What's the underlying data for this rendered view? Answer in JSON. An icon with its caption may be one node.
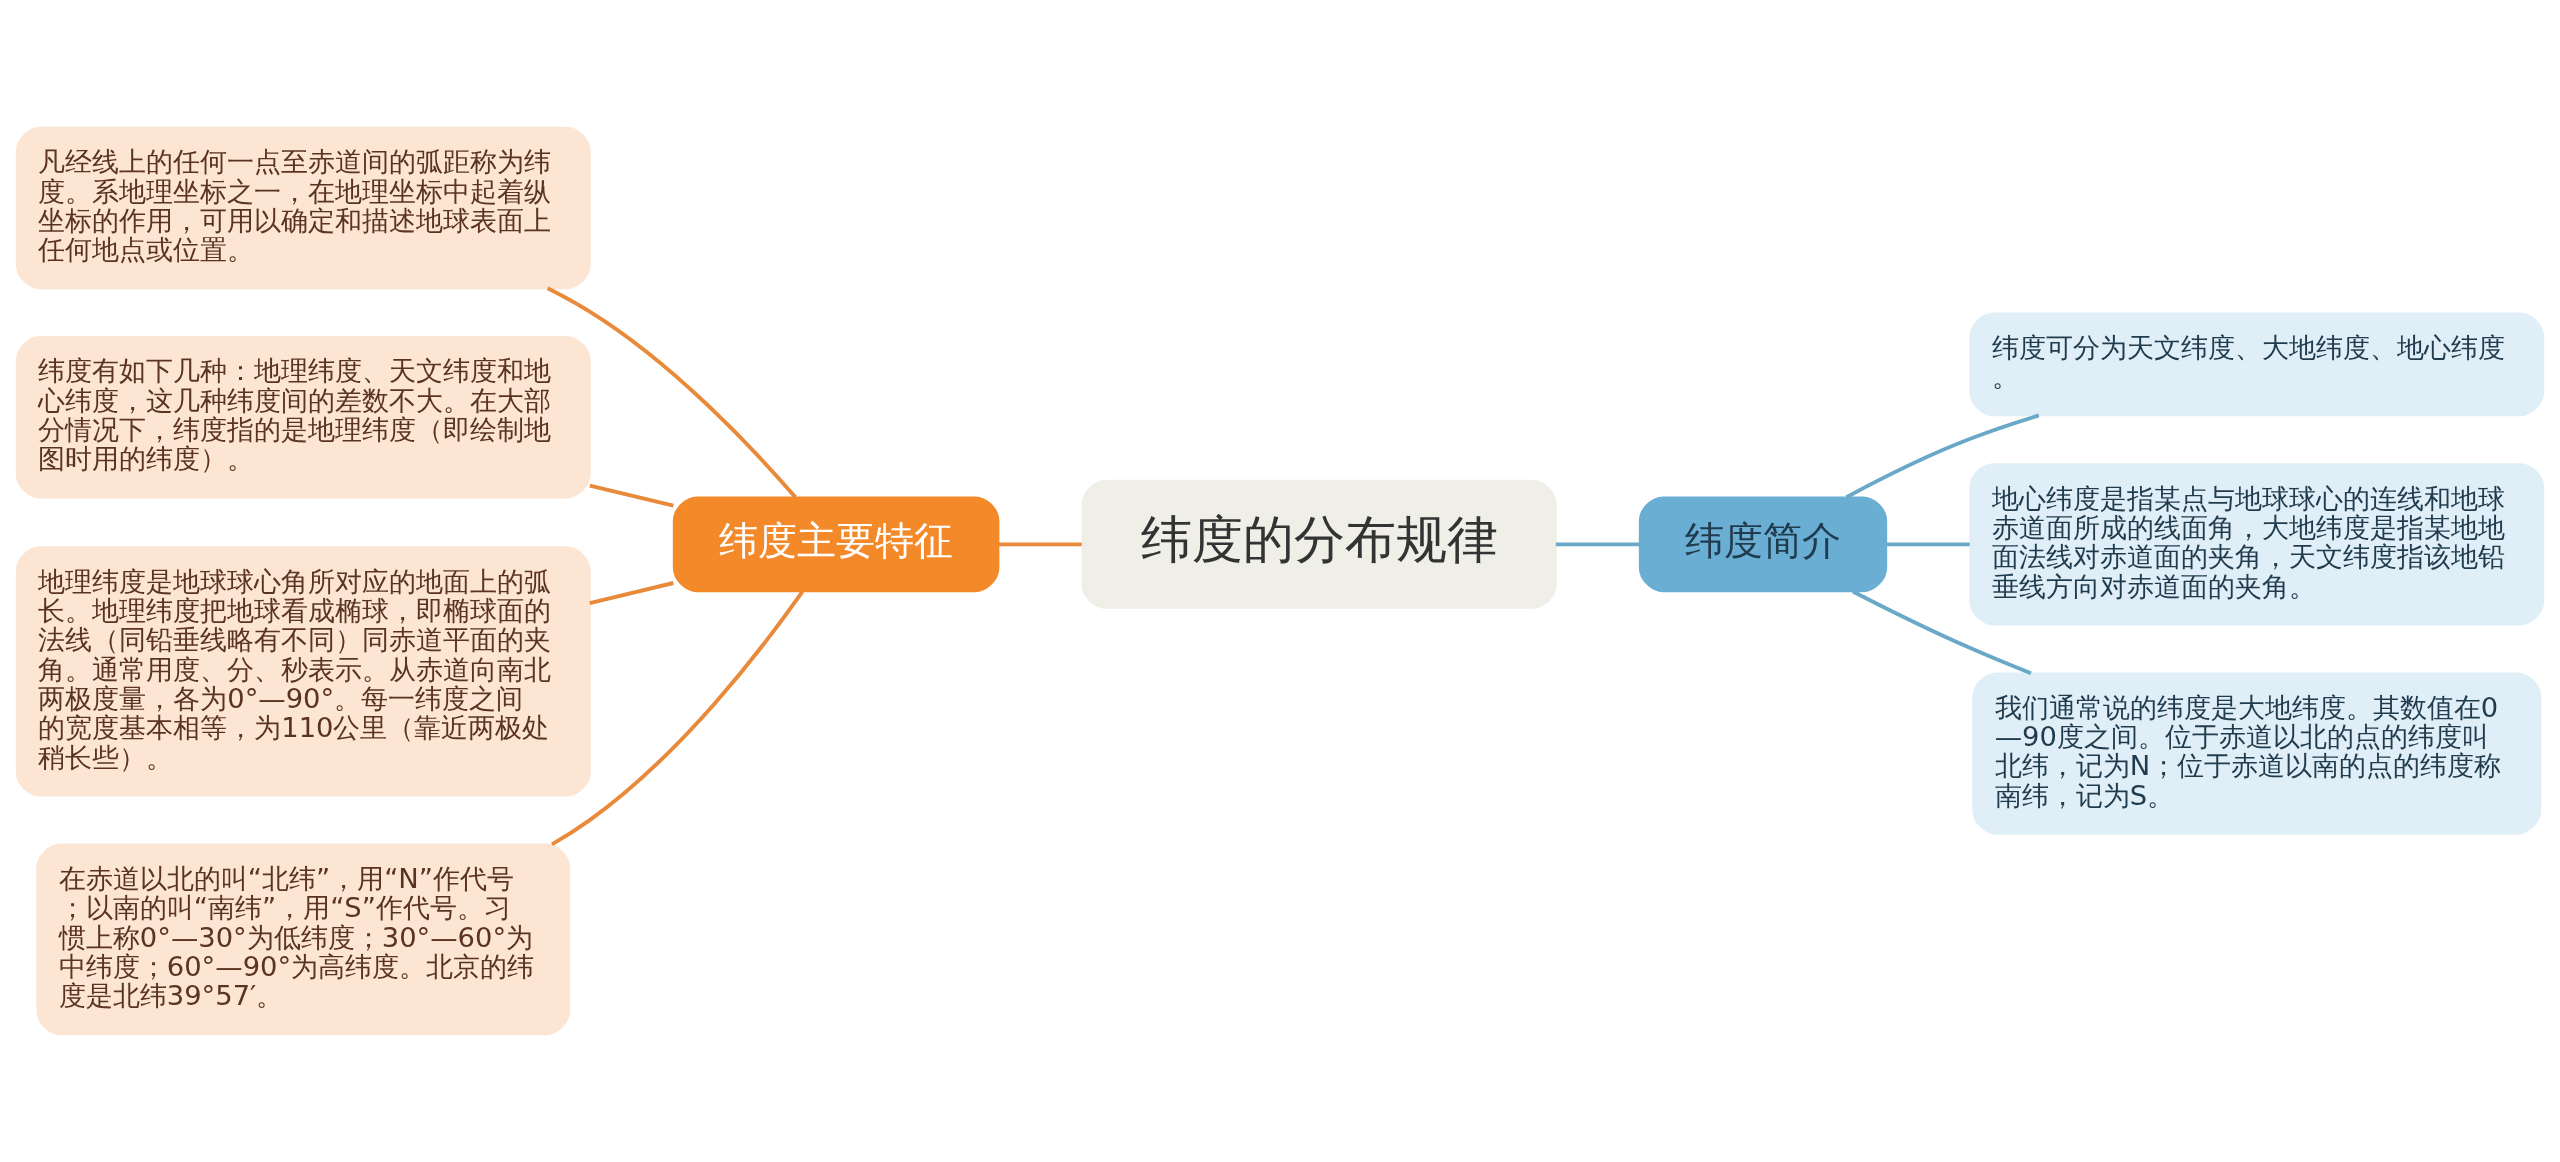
{
  "diagram": {
    "nodes": [
      {
        "text": [
          "纬度的分布规律"
        ]
      },
      {
        "text": [
          "纬度主要特征"
        ]
      },
      {
        "text": [
          "纬度简介"
        ]
      },
      {
        "text": [
          "凡经线上的任何一点至赤道间的弧距称为纬度。系地理坐标之一，在地理坐标中起着纵坐标的作用，可用以确定和描述地球表面上任何地点或位置。"
        ]
      },
      {
        "text": [
          "纬度有如下几种：地理纬度、天文纬度和地心纬度，这几种纬度间的差数不大。在大部分情况下，纬度指的是地理纬度（即绘制地图时用的纬度）。"
        ]
      },
      {
        "text": [
          "地理纬度是地球球心角所对应的地面上的弧长。地理纬度把地球看成椭球，即椭球面的法线（同铅垂线略有不同）同赤道平面的夹角。通常用度、分、秒表示。从赤道向南北两极度量，各为0°—90°。每一纬度之间的宽度基本相等，为110公里（靠近两极处稍长些）。"
        ]
      },
      {
        "text": [
          "在赤道以北的叫“北纬”，用“N”作代号；以南的叫“南纬”，用“S”作代号。习惯上称0°—30°为低纬度；30°—60°为中纬度；60°—90°为高纬度。北京的纬度是北纬39°57′。"
        ]
      },
      {
        "text": [
          "纬度可分为天文纬度、大地纬度、地心纬度。"
        ]
      },
      {
        "text": [
          "地心纬度是指某点与地球球心的连线和地球赤道面所成的线面角，大地纬度是指某地地面法线对赤道面的夹角，天文纬度指该地铅垂线方向对赤道面的夹角。"
        ]
      },
      {
        "text": [
          "我们通常说的纬度是大地纬度。其数值在0—90度之间。位于赤道以北的点的纬度叫北纬，记为N；位于赤道以南的点的纬度称南纬，记为S。"
        ]
      }
    ],
    "edges": [
      {
        "from": 3,
        "to": 1,
        "arrow": "none"
      },
      {
        "from": 4,
        "to": 1,
        "arrow": "none"
      },
      {
        "from": 5,
        "to": 1,
        "arrow": "none"
      },
      {
        "from": 6,
        "to": 1,
        "arrow": "none"
      },
      {
        "from": 1,
        "to": 0,
        "arrow": "none"
      },
      {
        "from": 0,
        "to": 2,
        "arrow": "none",
        "color": "#6aa8c8"
      },
      {
        "from": 2,
        "to": 7,
        "arrow": "none",
        "color": "#6aa8c8"
      },
      {
        "from": 2,
        "to": 8,
        "arrow": "none",
        "color": "#6aa8c8"
      },
      {
        "from": 2,
        "to": 9,
        "arrow": "none",
        "color": "#6aa8c8"
      }
    ]
  }
}
